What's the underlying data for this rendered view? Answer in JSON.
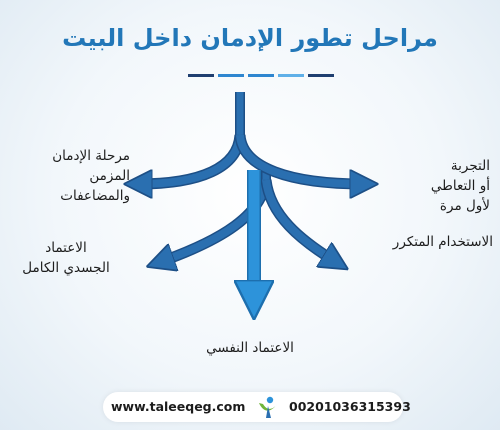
{
  "title": "مراحل تطور الإدمان داخل البيت",
  "title_bar_colors": [
    "#1f3f70",
    "#2e86d0",
    "#2e86d0",
    "#5fb0e8",
    "#1f3f70"
  ],
  "stages": {
    "trial": "التجربة\nأو التعاطي\nلأول مرة",
    "repeated_use": "الاستخدام المتكرر",
    "chronic": "مرحلة الإدمان\nالمزمن\nوالمضاعفات",
    "physical_dependence": "الاعتماد\nالجسدي الكامل",
    "psychological_dependence": "الاعتماد النفسي"
  },
  "footer": {
    "website": "www.taleeqeg.com",
    "phone": "00201036315393"
  },
  "colors": {
    "arrow_dark": "#2a6fb0",
    "arrow_light": "#2d93da",
    "arrow_outline": "#1d4f86",
    "title": "#2277b8"
  },
  "icons": {
    "logo": "person-logo-icon"
  }
}
